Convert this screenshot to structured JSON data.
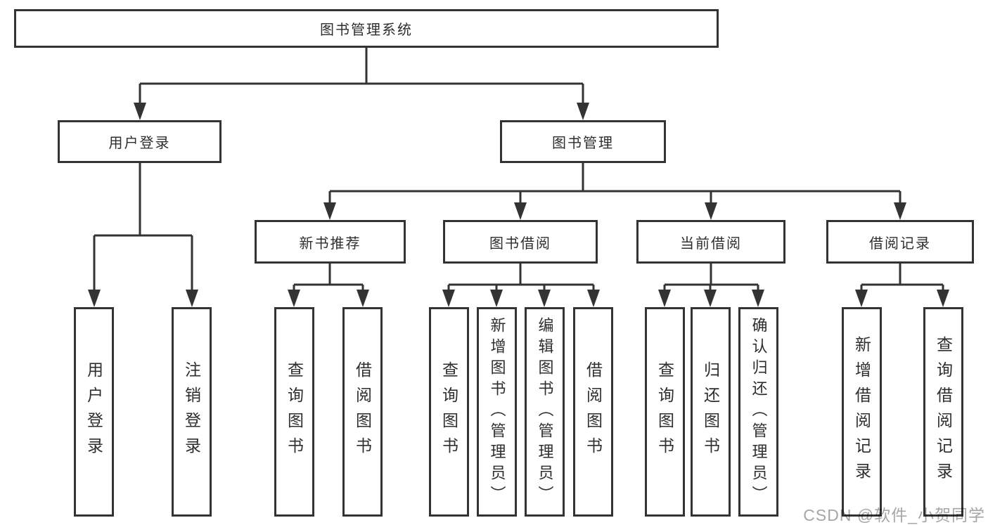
{
  "diagram": {
    "title": "图书管理系统",
    "level2": [
      {
        "label": "用户登录"
      },
      {
        "label": "图书管理"
      }
    ],
    "level3": [
      {
        "label": "新书推荐"
      },
      {
        "label": "图书借阅"
      },
      {
        "label": "当前借阅"
      },
      {
        "label": "借阅记录"
      }
    ],
    "leaves": [
      {
        "label": "用户登录"
      },
      {
        "label": "注销登录"
      },
      {
        "label": "查询图书"
      },
      {
        "label": "借阅图书"
      },
      {
        "label": "查询图书"
      },
      {
        "label": "新增图书（管理员）"
      },
      {
        "label": "编辑图书（管理员）"
      },
      {
        "label": "借阅图书"
      },
      {
        "label": "查询图书"
      },
      {
        "label": "归还图书"
      },
      {
        "label": "确认归还（管理员）"
      },
      {
        "label": "新增借阅记录"
      },
      {
        "label": "查询借阅记录"
      }
    ]
  },
  "watermark": {
    "text": "CSDN @软件_小贺同学"
  },
  "colors": {
    "line": "#333333",
    "box_border": "#333333",
    "text": "#2e2e2e",
    "watermark": "#a6a6a6",
    "background": "#ffffff"
  }
}
